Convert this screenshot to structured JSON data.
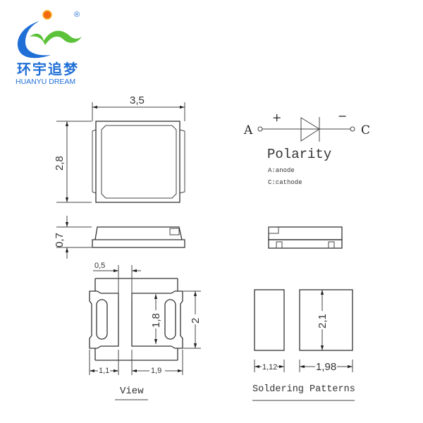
{
  "logo": {
    "chinese": "环宇追梦",
    "english": "HUANYU DREAM",
    "registered": "®",
    "colors": {
      "blue": "#1f6fd6",
      "green": "#5cc23a",
      "sun": "#f26b10"
    }
  },
  "top_view": {
    "width_dim": "3,5",
    "height_dim": "2,8"
  },
  "side_view": {
    "thickness_dim": "0,7"
  },
  "bottom_view": {
    "gap_dim": "0,5",
    "pad_height_dim": "1,8",
    "body_height_dim": "2",
    "left_pad_width_dim": "1,1",
    "right_pad_width_dim": "1,9",
    "caption": "View"
  },
  "polarity": {
    "anode_letter": "A",
    "cathode_letter": "C",
    "plus": "+",
    "minus": "−",
    "title": "Polarity",
    "anode_label": "A:anode",
    "cathode_label": "C:cathode"
  },
  "soldering": {
    "height_dim": "2,1",
    "left_width_dim": "1,12",
    "right_width_dim": "1,98",
    "caption": "Soldering Patterns"
  }
}
